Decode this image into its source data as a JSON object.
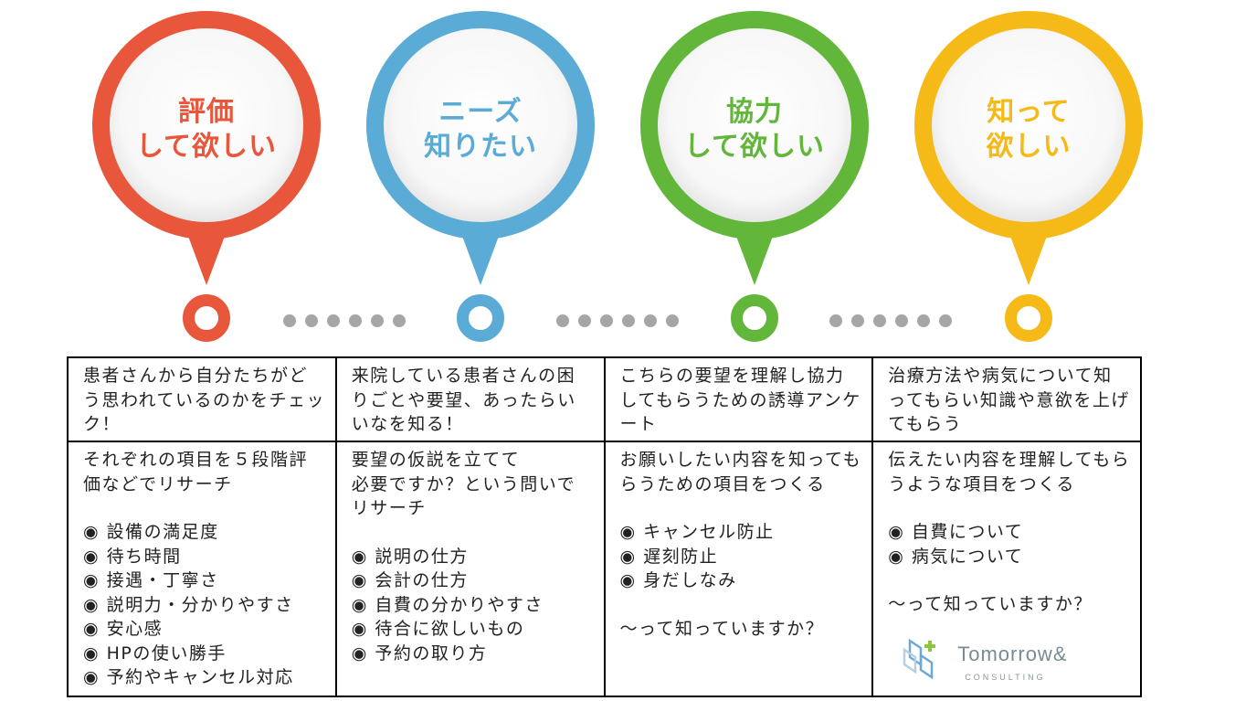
{
  "pins": [
    {
      "line1": "評価",
      "line2": "して欲しい",
      "color": "#e8573c"
    },
    {
      "line1": "ニーズ",
      "line2": "知りたい",
      "color": "#5aabd6"
    },
    {
      "line1": "協力",
      "line2": "して欲しい",
      "color": "#62b73b"
    },
    {
      "line1": "知って",
      "line2": "欲しい",
      "color": "#f5b918"
    }
  ],
  "connector_color": "#a6a6a6",
  "columns": [
    {
      "summary": "患者さんから自分たちがどう思われているのかをチェック！",
      "intro": "それぞれの項目を５段階評価などでリサーチ",
      "bullets": [
        "設備の満足度",
        "待ち時間",
        "接遇・丁寧さ",
        "説明力・分かりやすさ",
        "安心感",
        "HPの使い勝手",
        "予約やキャンセル対応"
      ],
      "closing": ""
    },
    {
      "summary": "来院している患者さんの困りごとや要望、あったらいいなを知る！",
      "intro": "要望の仮説を立てて\n必要ですか？という問いでリサーチ",
      "bullets": [
        "説明の仕方",
        "会計の仕方",
        "自費の分かりやすさ",
        "待合に欲しいもの",
        "予約の取り方"
      ],
      "closing": ""
    },
    {
      "summary": "こちらの要望を理解し協力してもらうための誘導アンケート",
      "intro": "お願いしたい内容を知ってもらうための項目をつくる",
      "bullets": [
        "キャンセル防止",
        "遅刻防止",
        "身だしなみ"
      ],
      "closing": "～って知っていますか？"
    },
    {
      "summary": "治療方法や病気について知ってもらい知識や意欲を上げてもらう",
      "intro": "伝えたい内容を理解してもらうような項目をつくる",
      "bullets": [
        "自費について",
        "病気について"
      ],
      "closing": "～って知っていますか？"
    }
  ],
  "logo": {
    "name": "Tomorrow&",
    "sub": "CONSULTING",
    "mark_color_blue": "#6fa8d6",
    "mark_color_green": "#8cc63f"
  }
}
